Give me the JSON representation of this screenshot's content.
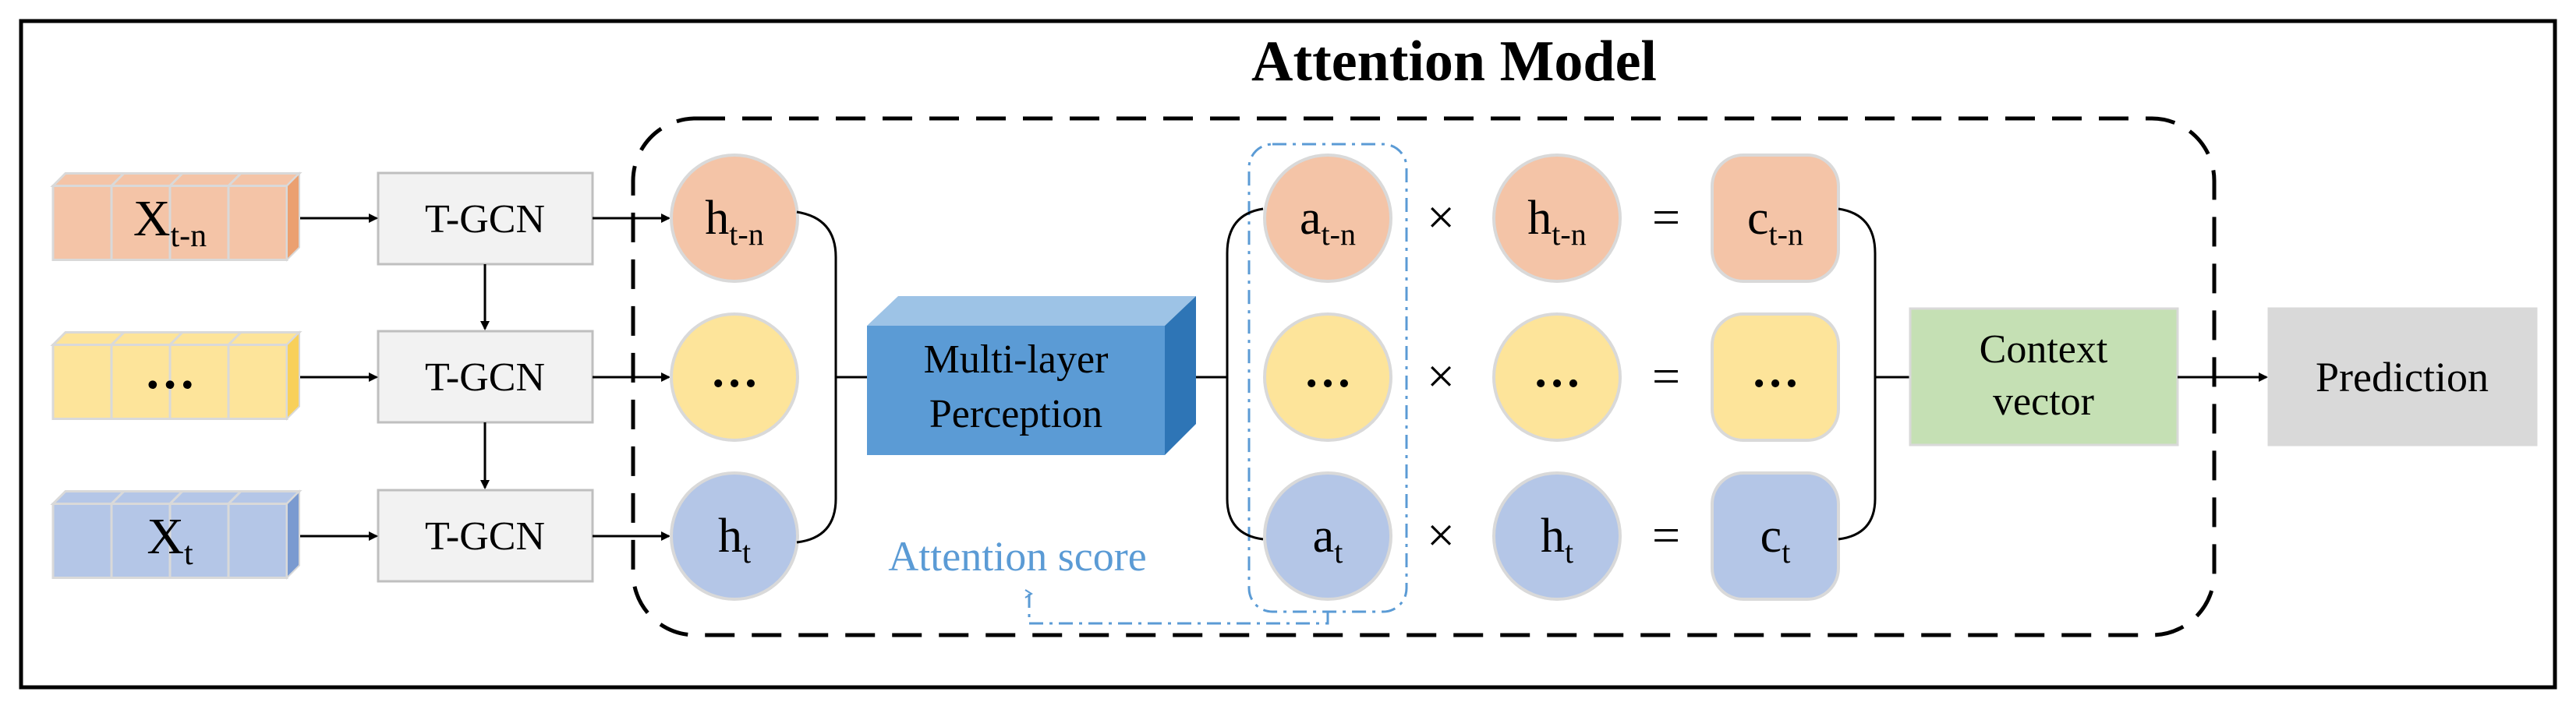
{
  "title": "Attention Model",
  "inputs": [
    {
      "main": "X",
      "sub": "t-n",
      "color": "orange"
    },
    {
      "main": "…",
      "sub": "",
      "color": "yellow"
    },
    {
      "main": "X",
      "sub": "t",
      "color": "blue"
    }
  ],
  "tgcn": [
    "T-GCN",
    "T-GCN",
    "T-GCN"
  ],
  "hidden": [
    {
      "main": "h",
      "sub": "t-n"
    },
    {
      "main": "…",
      "sub": ""
    },
    {
      "main": "h",
      "sub": "t"
    }
  ],
  "mlp": {
    "line1": "Multi-layer",
    "line2": "Perception"
  },
  "attention": [
    {
      "main": "a",
      "sub": "t-n"
    },
    {
      "main": "…",
      "sub": ""
    },
    {
      "main": "a",
      "sub": "t"
    }
  ],
  "hidden_copy": [
    {
      "main": "h",
      "sub": "t-n"
    },
    {
      "main": "…",
      "sub": ""
    },
    {
      "main": "h",
      "sub": "t"
    }
  ],
  "context": [
    {
      "main": "c",
      "sub": "t-n"
    },
    {
      "main": "…",
      "sub": ""
    },
    {
      "main": "c",
      "sub": "t"
    }
  ],
  "operators": {
    "times": "×",
    "equals": "="
  },
  "attention_score_label": "Attention score",
  "context_vector": {
    "line1": "Context",
    "line2": "vector"
  },
  "prediction": "Prediction",
  "colors": {
    "orange": "#F4C4A7",
    "orange_dark": "#EBA070",
    "yellow": "#FDE49A",
    "yellow_dark": "#F8D05A",
    "blue": "#B4C6E7",
    "blue_dark": "#7A9AD0",
    "mlp_front": "#5B9BD5",
    "mlp_top": "#9DC3E6",
    "mlp_side": "#2E75B6",
    "attention_frame": "#5B9BD5",
    "context_fill": "#C5E0B4",
    "prediction_fill": "#D9D9D9",
    "tgcn_fill": "#F2F2F2"
  }
}
